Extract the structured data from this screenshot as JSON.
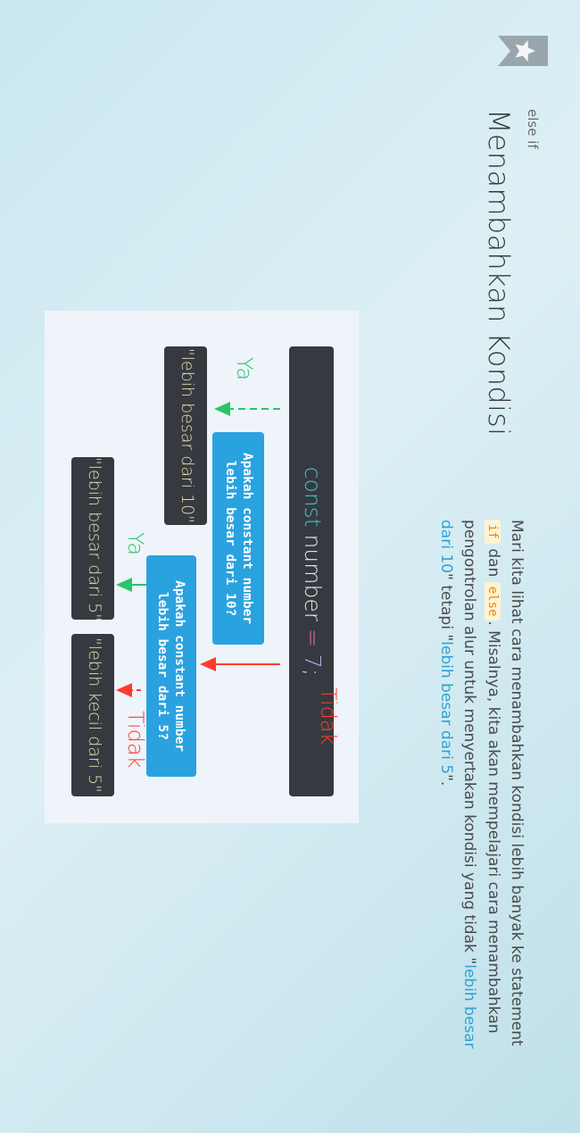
{
  "header": {
    "chapter": "else if",
    "title": "Menambahkan Kondisi"
  },
  "description": {
    "p1": "Mari kita lihat cara menambahkan kondisi lebih banyak ke statement ",
    "kw_if": "if",
    "p2": " dan ",
    "kw_else": "else",
    "p3": ". Misalnya, kita akan mempelajari cara menambahkan pengontrolan alur untuk menyertakan kondisi yang tidak \"",
    "hl1": "lebih besar dari 10",
    "p4": "\" tetapi \"",
    "hl2": "lebih besar dari 5",
    "p5": "\"."
  },
  "diagram": {
    "const_kw": "const",
    "const_name": " number ",
    "const_eq": "=",
    "const_space": " ",
    "const_value": "7",
    "const_semicolon": ";",
    "q1_line1": "Apakah constant number",
    "q1_line2": "lebih besar dari 10?",
    "q2_line1": "Apakah constant number",
    "q2_line2": "lebih besar dari 5?",
    "ya_label": "Ya",
    "tidak_label": "Tidak",
    "answer1": "\"lebih besar dari 10\"",
    "answer2": "\"lebih besar dari 5\"",
    "answer3": "\"lebih kecil dari 5\""
  },
  "colors": {
    "yes": "#2cc46b",
    "no": "#ff3b30",
    "question": "#2aa2df",
    "code_box": "#363a40"
  },
  "icons": {
    "bookmark": "star-bookmark-icon"
  }
}
